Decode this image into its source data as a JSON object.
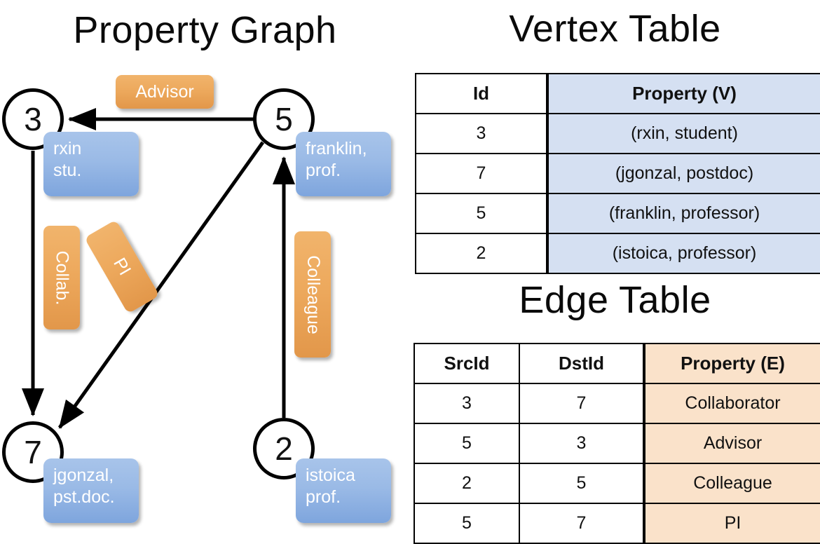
{
  "titles": {
    "property_graph": "Property Graph",
    "vertex_table": "Vertex Table",
    "edge_table": "Edge Table"
  },
  "graph": {
    "nodes": [
      {
        "id": "3",
        "property": "rxin\nstu."
      },
      {
        "id": "5",
        "property": "franklin,\nprof."
      },
      {
        "id": "7",
        "property": "jgonzal,\npst.doc."
      },
      {
        "id": "2",
        "property": "istoica\nprof."
      }
    ],
    "edge_labels": [
      {
        "name": "advisor",
        "text": "Advisor"
      },
      {
        "name": "collab",
        "text": "Collab."
      },
      {
        "name": "pi",
        "text": "PI"
      },
      {
        "name": "colleague",
        "text": "Colleague"
      }
    ],
    "edges": [
      {
        "src": "5",
        "dst": "3",
        "label": "Advisor"
      },
      {
        "src": "3",
        "dst": "7",
        "label": "Collab."
      },
      {
        "src": "5",
        "dst": "7",
        "label": "PI"
      },
      {
        "src": "2",
        "dst": "5",
        "label": "Colleague"
      }
    ]
  },
  "vertex_table": {
    "headers": [
      "Id",
      "Property (V)"
    ],
    "rows": [
      [
        "3",
        "(rxin, student)"
      ],
      [
        "7",
        "(jgonzal, postdoc)"
      ],
      [
        "5",
        "(franklin, professor)"
      ],
      [
        "2",
        "(istoica, professor)"
      ]
    ]
  },
  "edge_table": {
    "headers": [
      "SrcId",
      "DstId",
      "Property (E)"
    ],
    "rows": [
      [
        "3",
        "7",
        "Collaborator"
      ],
      [
        "5",
        "3",
        "Advisor"
      ],
      [
        "2",
        "5",
        "Colleague"
      ],
      [
        "5",
        "7",
        "PI"
      ]
    ]
  },
  "colors": {
    "vertex_property_fill": "#d5e0f2",
    "edge_property_fill": "#fae2ca",
    "node_box_blue": "#9abae6",
    "edge_label_orange": "#eda95d",
    "line": "#000000",
    "background": "#ffffff"
  }
}
